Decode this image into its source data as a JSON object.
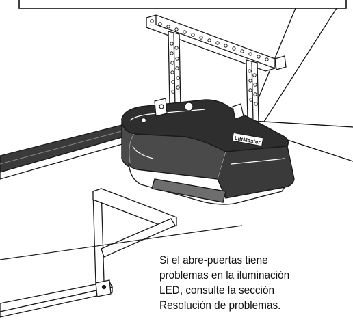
{
  "unit": {
    "badge_text": "LiftMaster"
  },
  "callout": {
    "lines": [
      "Si el abre-puertas tiene",
      "problemas en la iluminación",
      "LED, consulte la sección",
      "Resolución de problemas."
    ]
  },
  "colors": {
    "line": "#1a1a1a",
    "housing_dark": "#2e2e2e",
    "housing_mid": "#4a4a4a",
    "lens_shade": "#6e6e6e",
    "rail": "#3a3a3a",
    "paper": "#ffffff"
  }
}
